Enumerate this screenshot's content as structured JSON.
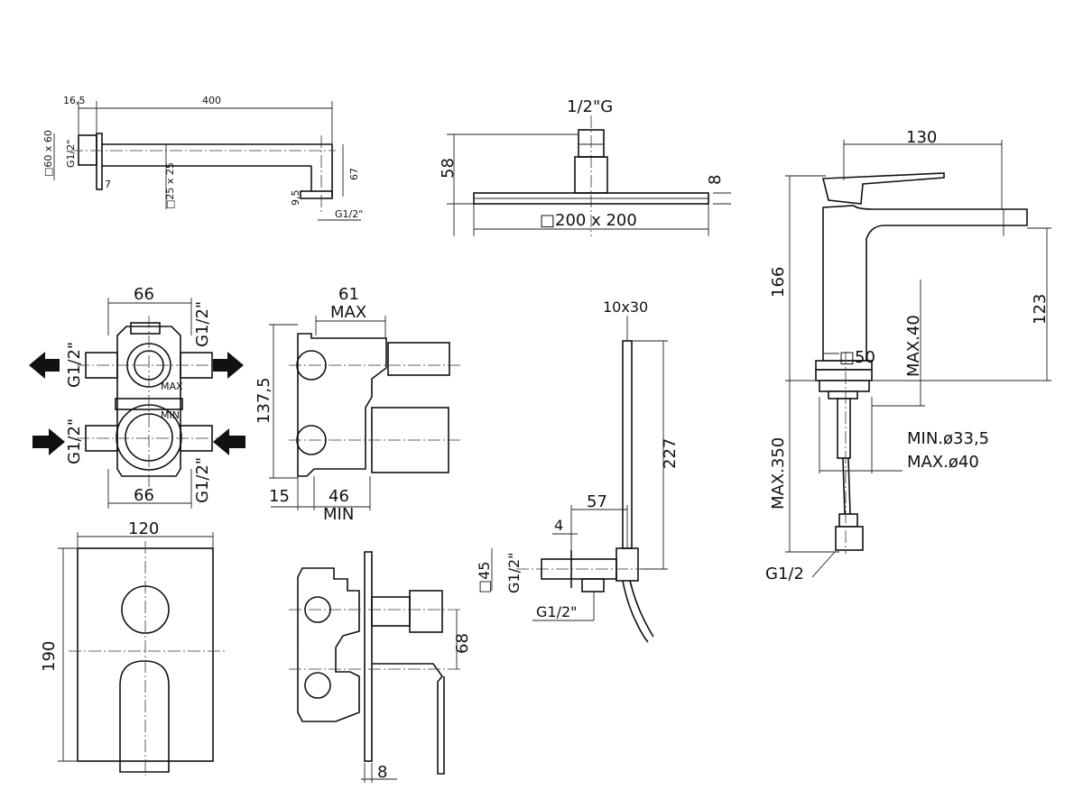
{
  "arm": {
    "d1": "16,5",
    "d2": "400",
    "d3": "□60 x 60",
    "d4": "G1/2\"",
    "d5": "7",
    "d6": "□25 x 25",
    "d7": "9,5",
    "d8": "67",
    "d9": "G1/2\""
  },
  "head": {
    "thread": "1/2\"G",
    "height": "58",
    "thickness": "8",
    "size": "□200 x 200"
  },
  "mixer": {
    "width": "130",
    "height": "166",
    "spout_height": "123",
    "deck": "□50",
    "max_deck": "MAX.40",
    "min_hole": "MIN.ø33,5",
    "max_hole": "MAX.ø40",
    "hose": "MAX.350",
    "conn": "G1/2 "
  },
  "box": {
    "width_top": "66",
    "width_bottom": "66",
    "port_tl": "G1/2\"",
    "port_tr": "G1/2\"",
    "port_bl": "G1/2\"",
    "port_br": "G1/2\"",
    "mark1": "MAX",
    "mark2": "MIN"
  },
  "side": {
    "depth": "61",
    "max": "MAX",
    "height": "137,5",
    "d15": "15",
    "d46": "46",
    "min": "MIN"
  },
  "plate": {
    "width": "120",
    "height": "190"
  },
  "section": {
    "d68": "68",
    "d8": "8"
  },
  "handshower": {
    "size": "10x30",
    "length": "227",
    "d57": "57",
    "d4": "4",
    "square": "□45",
    "thread": "G1/2\"",
    "outlet": "G1/2\""
  }
}
